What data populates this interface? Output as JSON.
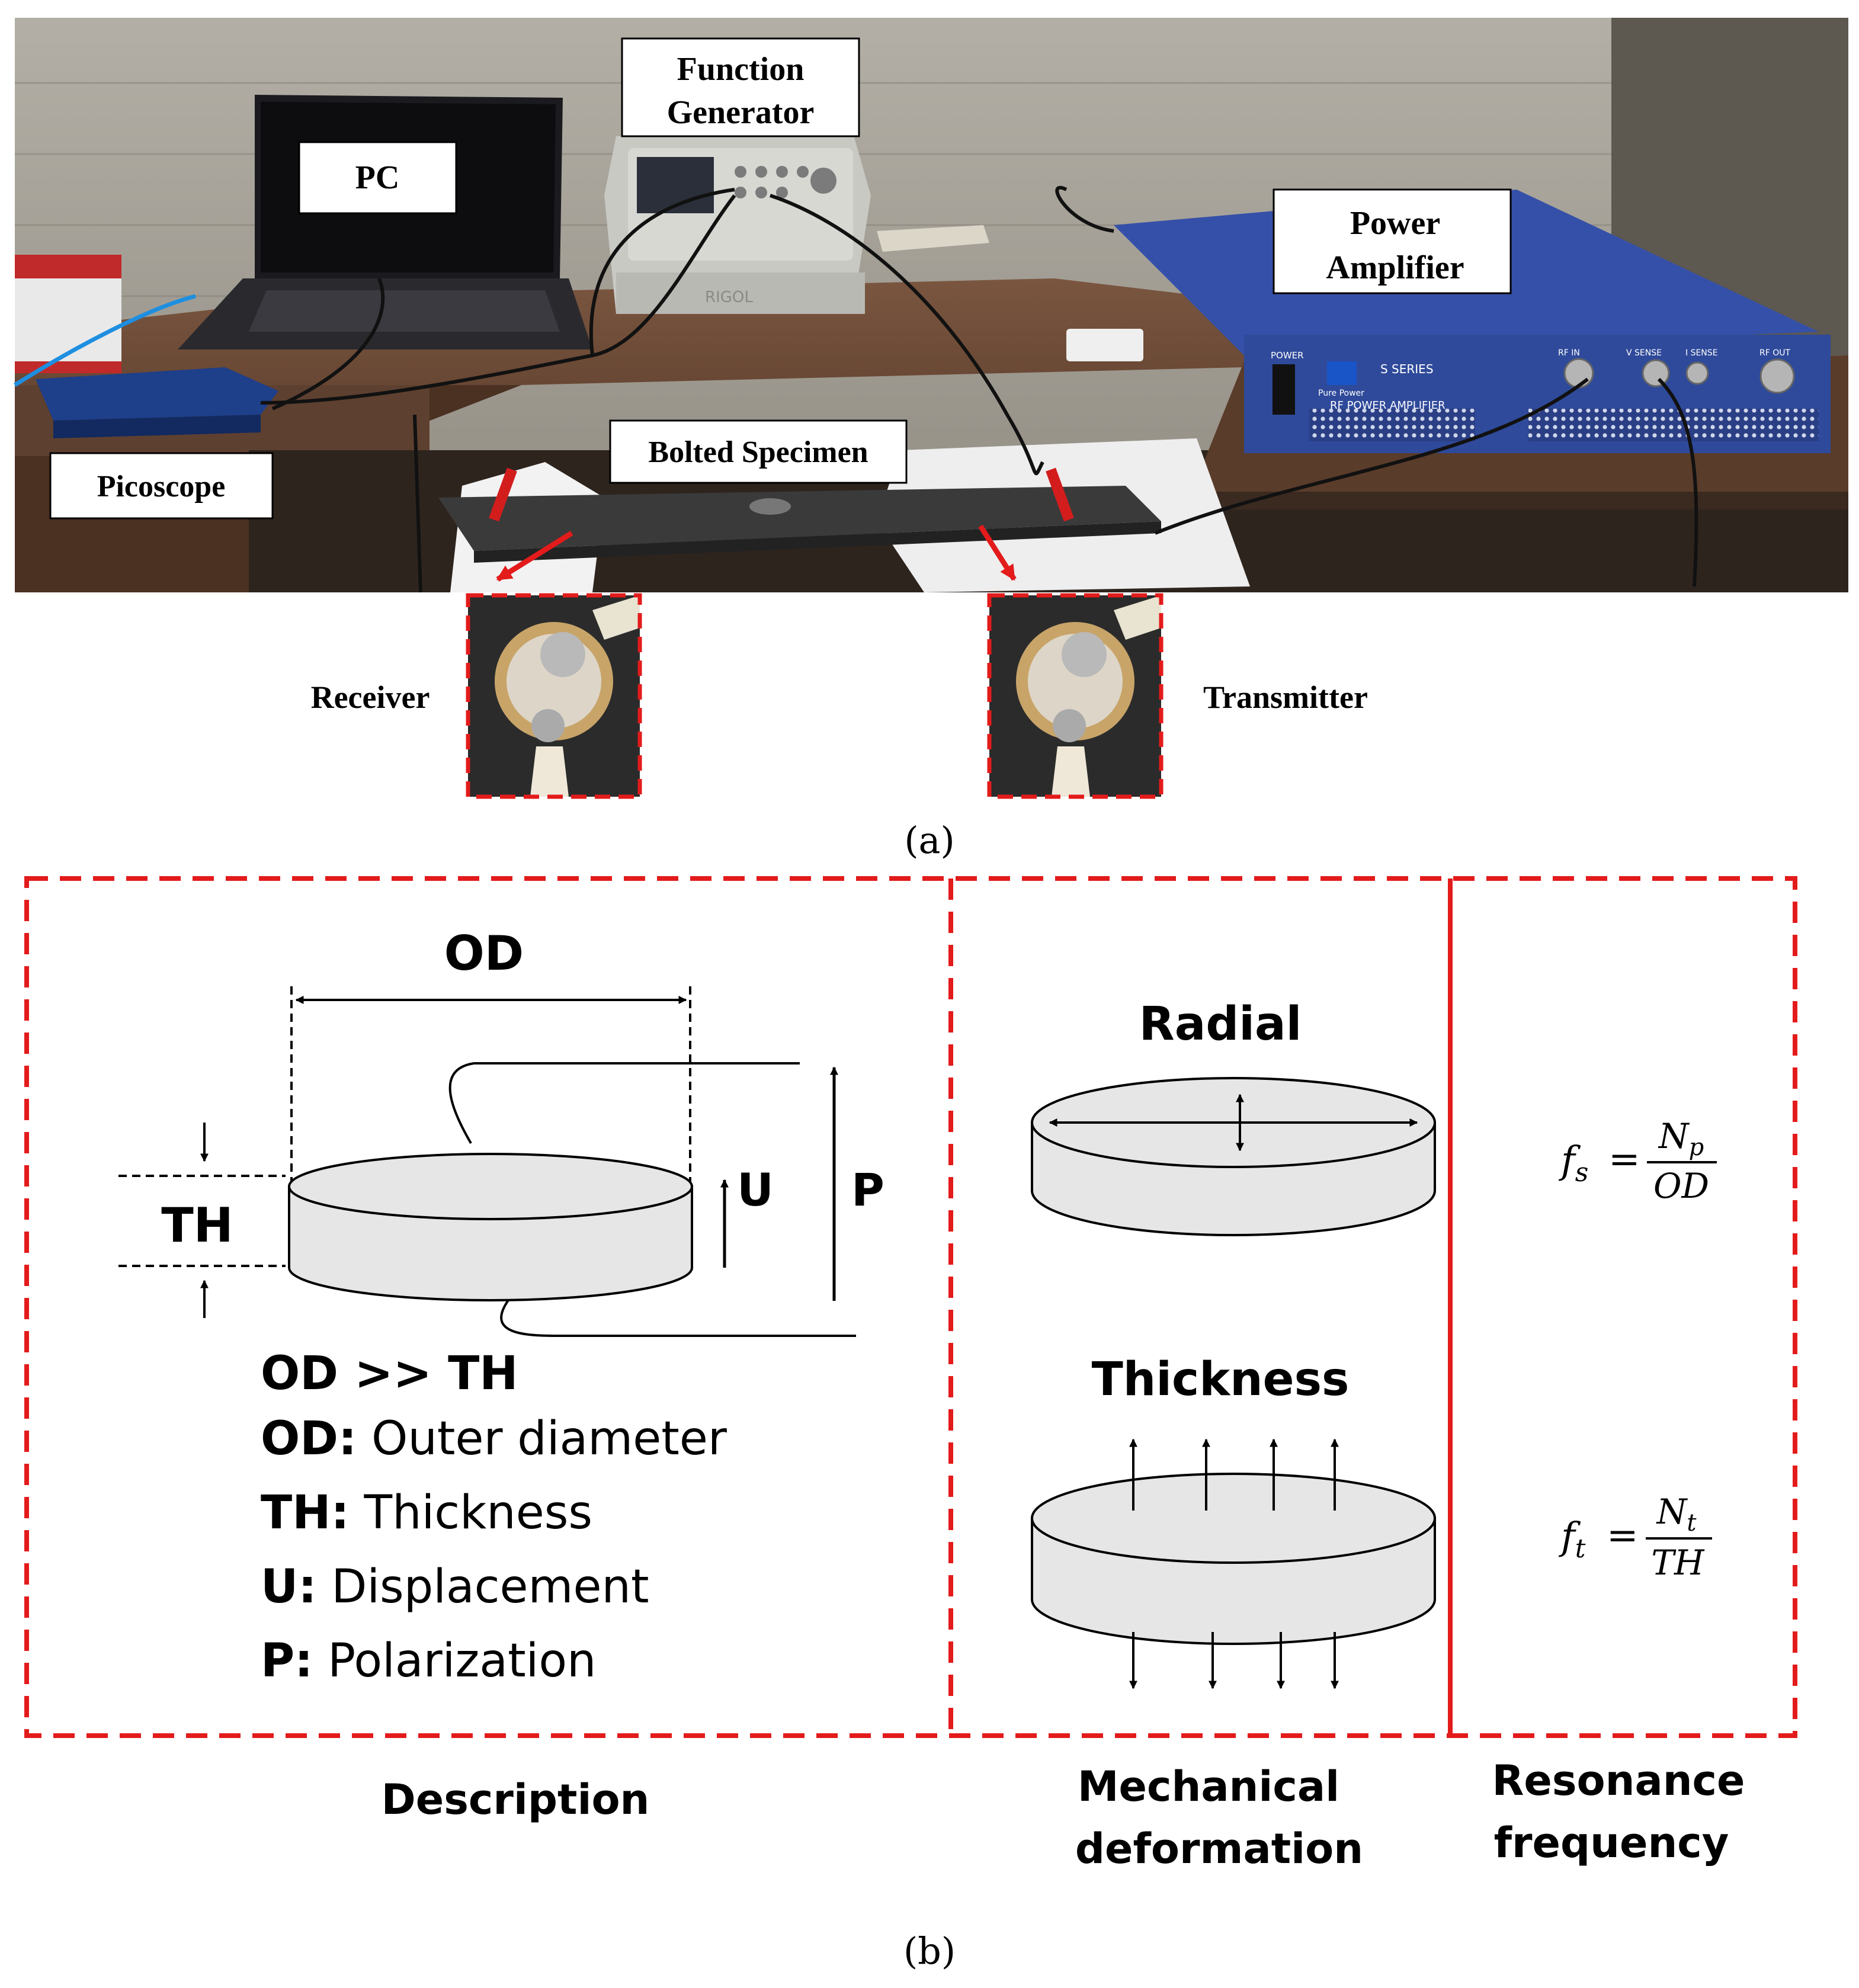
{
  "photo": {
    "callouts": {
      "pc": "PC",
      "function_generator_1": "Function",
      "function_generator_2": "Generator",
      "power_amplifier_1": "Power",
      "power_amplifier_2": "Amplifier",
      "picoscope": "Picoscope",
      "bolted_specimen": "Bolted Specimen"
    },
    "device_text": {
      "generator_brand": "RIGOL",
      "amp_power": "POWER",
      "amp_brand": "Pure Power",
      "amp_series": "S SERIES",
      "amp_model": "RF POWER AMPLIFIER",
      "amp_rf_in": "RF IN",
      "amp_v_sense": "V SENSE",
      "amp_i_sense": "I SENSE",
      "amp_rf_out": "RF OUT"
    },
    "receiver_label": "Receiver",
    "transmitter_label": "Transmitter",
    "caption": "(a)"
  },
  "diagram": {
    "description": {
      "od_label": "OD",
      "th_label": "TH",
      "u_label": "U",
      "p_label": "P",
      "relation": "OD >> TH",
      "definitions": [
        {
          "term": "OD:",
          "text": " Outer diameter"
        },
        {
          "term": "TH:",
          "text": " Thickness"
        },
        {
          "term": "U:",
          "text": " Displacement"
        },
        {
          "term": "P:",
          "text": " Polarization"
        }
      ],
      "section_title": "Description"
    },
    "deformation": {
      "radial_label": "Radial",
      "thickness_label": "Thickness",
      "section_title_1": "Mechanical",
      "section_title_2": "deformation"
    },
    "resonance": {
      "fs": {
        "lhs": "f",
        "sub": "s",
        "num": "N",
        "num_sub": "p",
        "den": "OD"
      },
      "ft": {
        "lhs": "f",
        "sub": "t",
        "num": "N",
        "num_sub": "t",
        "den": "TH"
      },
      "section_title_1": "Resonance",
      "section_title_2": "frequency"
    },
    "caption": "(b)"
  },
  "colors": {
    "accent_red": "#e31b1b",
    "disk_fill": "#e6e6e6",
    "desk": "#6b4a36",
    "amplifier": "#2f4a9a",
    "wall": "#a9a49a"
  }
}
